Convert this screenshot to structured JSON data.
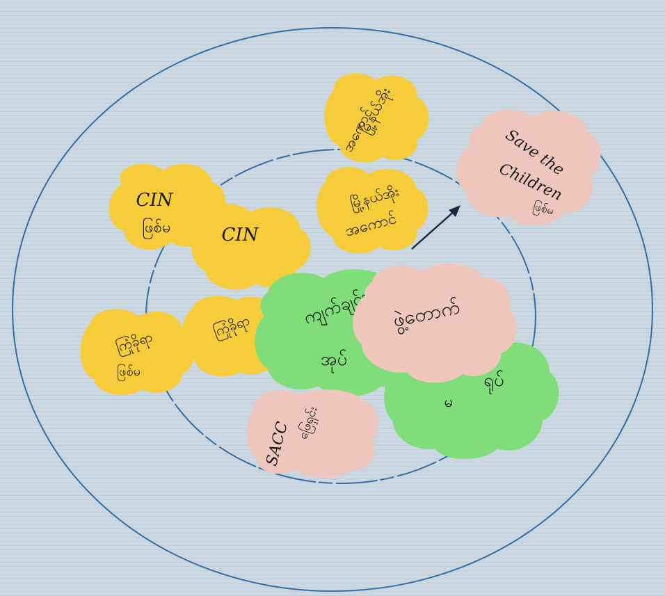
{
  "colors": {
    "paper": "#cbd8e1",
    "ring_line": "#2f6fa8",
    "yellow_note": "#f6cc3a",
    "green_note": "#7fdd7a",
    "pink_note": "#efc6bc",
    "ink": "#1a1a1a"
  },
  "notes": {
    "cin_upper": {
      "line1": "CIN",
      "line2": "ဖြစ်မ"
    },
    "cin_lower": {
      "line1": "CIN"
    },
    "myo_ne_upper": {
      "line1": "မြို့နယ်အိုး",
      "line2": "အကောင်"
    },
    "myo_ne_lower": {
      "line1": "မြို့နယ်အိုး",
      "line2": "အကောင်"
    },
    "save_children": {
      "line1": "Save the",
      "line2": "Children",
      "line3": "ဖြစ်မ"
    },
    "left_yellow": {
      "line1": "ကြုံခိုရာ",
      "line2": "ဖြစ်မ"
    },
    "mid_yellow": {
      "line1": "ကြုံခိုရာ"
    },
    "green_big": {
      "line1": "ကျက်ချင်း",
      "line2": "အုပ်"
    },
    "pink_center": {
      "line1": "ဖွဲ့တောက်"
    },
    "green_right": {
      "line1": "ရုပ်",
      "line2": "မ"
    },
    "pink_bottom": {
      "line1": "SACC",
      "line2": "ဖြေရှင်း"
    }
  }
}
